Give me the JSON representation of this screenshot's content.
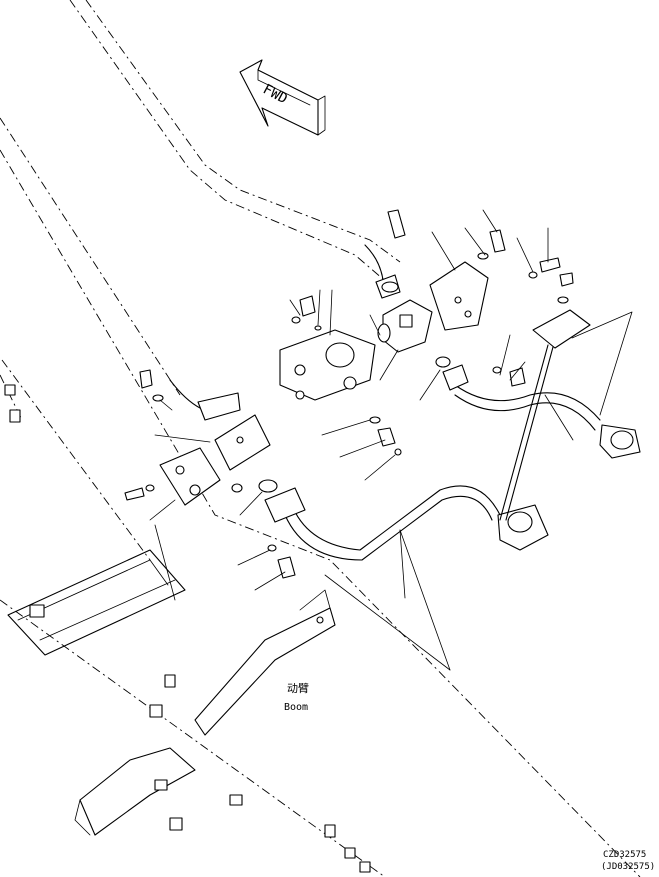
{
  "labels": {
    "boom_cn": "动臂",
    "boom_en": "Boom",
    "fwd": "FWD"
  },
  "drawing_codes": {
    "primary": "CZD32575",
    "secondary": "(JD032575)"
  },
  "colors": {
    "ink": "#000000",
    "paper": "#ffffff"
  }
}
